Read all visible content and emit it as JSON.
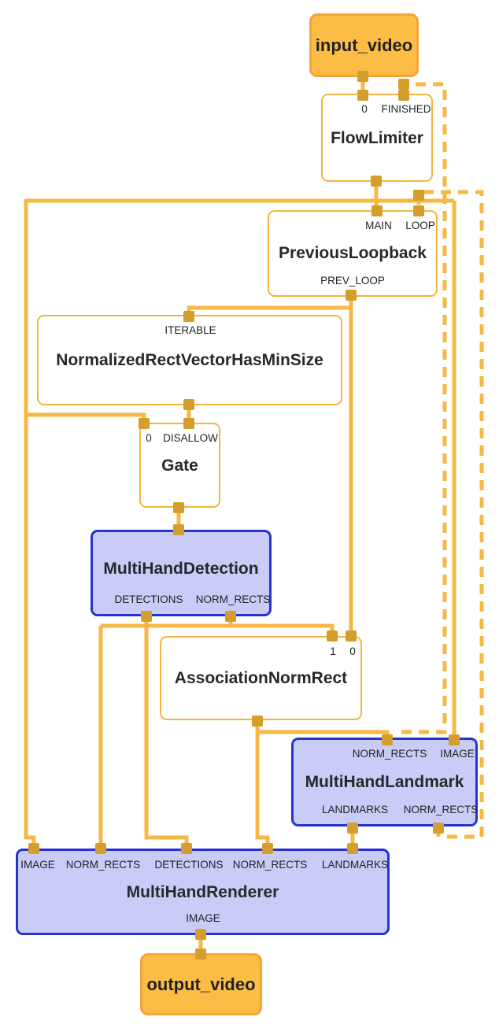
{
  "app": "mediapipe-graph-visualization",
  "terminals": {
    "input": "input_video",
    "output": "output_video"
  },
  "nodes": {
    "flow_limiter": {
      "title": "FlowLimiter",
      "ports_in": [
        "0",
        "FINISHED"
      ]
    },
    "previous_loopback": {
      "title": "PreviousLoopback",
      "ports_in": [
        "MAIN",
        "LOOP"
      ],
      "ports_out": [
        "PREV_LOOP"
      ]
    },
    "min_size": {
      "title": "NormalizedRectVectorHasMinSize",
      "ports_in": [
        "ITERABLE"
      ]
    },
    "gate": {
      "title": "Gate",
      "ports_in": [
        "0",
        "DISALLOW"
      ]
    },
    "multi_hand_detection": {
      "title": "MultiHandDetection",
      "ports_out": [
        "DETECTIONS",
        "NORM_RECTS"
      ]
    },
    "association_norm_rect": {
      "title": "AssociationNormRect",
      "ports_in": [
        "1",
        "0"
      ]
    },
    "multi_hand_landmark": {
      "title": "MultiHandLandmark",
      "ports_in": [
        "NORM_RECTS",
        "IMAGE"
      ],
      "ports_out": [
        "LANDMARKS",
        "NORM_RECTS"
      ]
    },
    "multi_hand_renderer": {
      "title": "MultiHandRenderer",
      "ports_in": [
        "IMAGE",
        "NORM_RECTS",
        "DETECTIONS",
        "NORM_RECTS",
        "LANDMARKS"
      ],
      "ports_out": [
        "IMAGE"
      ]
    }
  },
  "colors": {
    "edge": "#F7B843",
    "connector": "#D49E2C",
    "terminal_fill": "#FCBD45",
    "terminal_border": "#F5A43B",
    "calculator_border": "#F5B43F",
    "subgraph_fill": "#C9CCF6",
    "subgraph_border": "#2533D4",
    "text": "#202226"
  }
}
